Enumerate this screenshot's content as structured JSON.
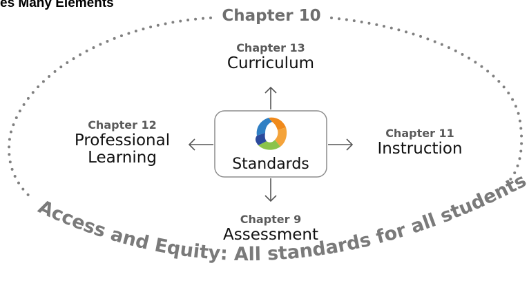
{
  "page": {
    "title": "es Many Elements"
  },
  "outer_chapter": "Chapter 10",
  "nodes": {
    "top": {
      "chapter": "Chapter 13",
      "topic": "Curriculum"
    },
    "left": {
      "chapter": "Chapter 12",
      "topic_line1": "Professional",
      "topic_line2": "Learning"
    },
    "right": {
      "chapter": "Chapter 11",
      "topic": "Instruction"
    },
    "bottom": {
      "chapter": "Chapter 9",
      "topic": "Assessment"
    }
  },
  "center": {
    "label": "Standards",
    "logo_colors": [
      "#2f7fc4",
      "#f08a1c",
      "#8bc34a",
      "#2b4a9c"
    ]
  },
  "arc_text": "Access and Equity: All standards for all students",
  "colors": {
    "dots": "#808080",
    "arc_text": "#7a7a7a",
    "box_border": "#8c8c8c",
    "arrows": "#555555"
  },
  "icons": [
    "arrow-up-icon",
    "arrow-down-icon",
    "arrow-left-icon",
    "arrow-right-icon",
    "standards-logo-icon"
  ]
}
